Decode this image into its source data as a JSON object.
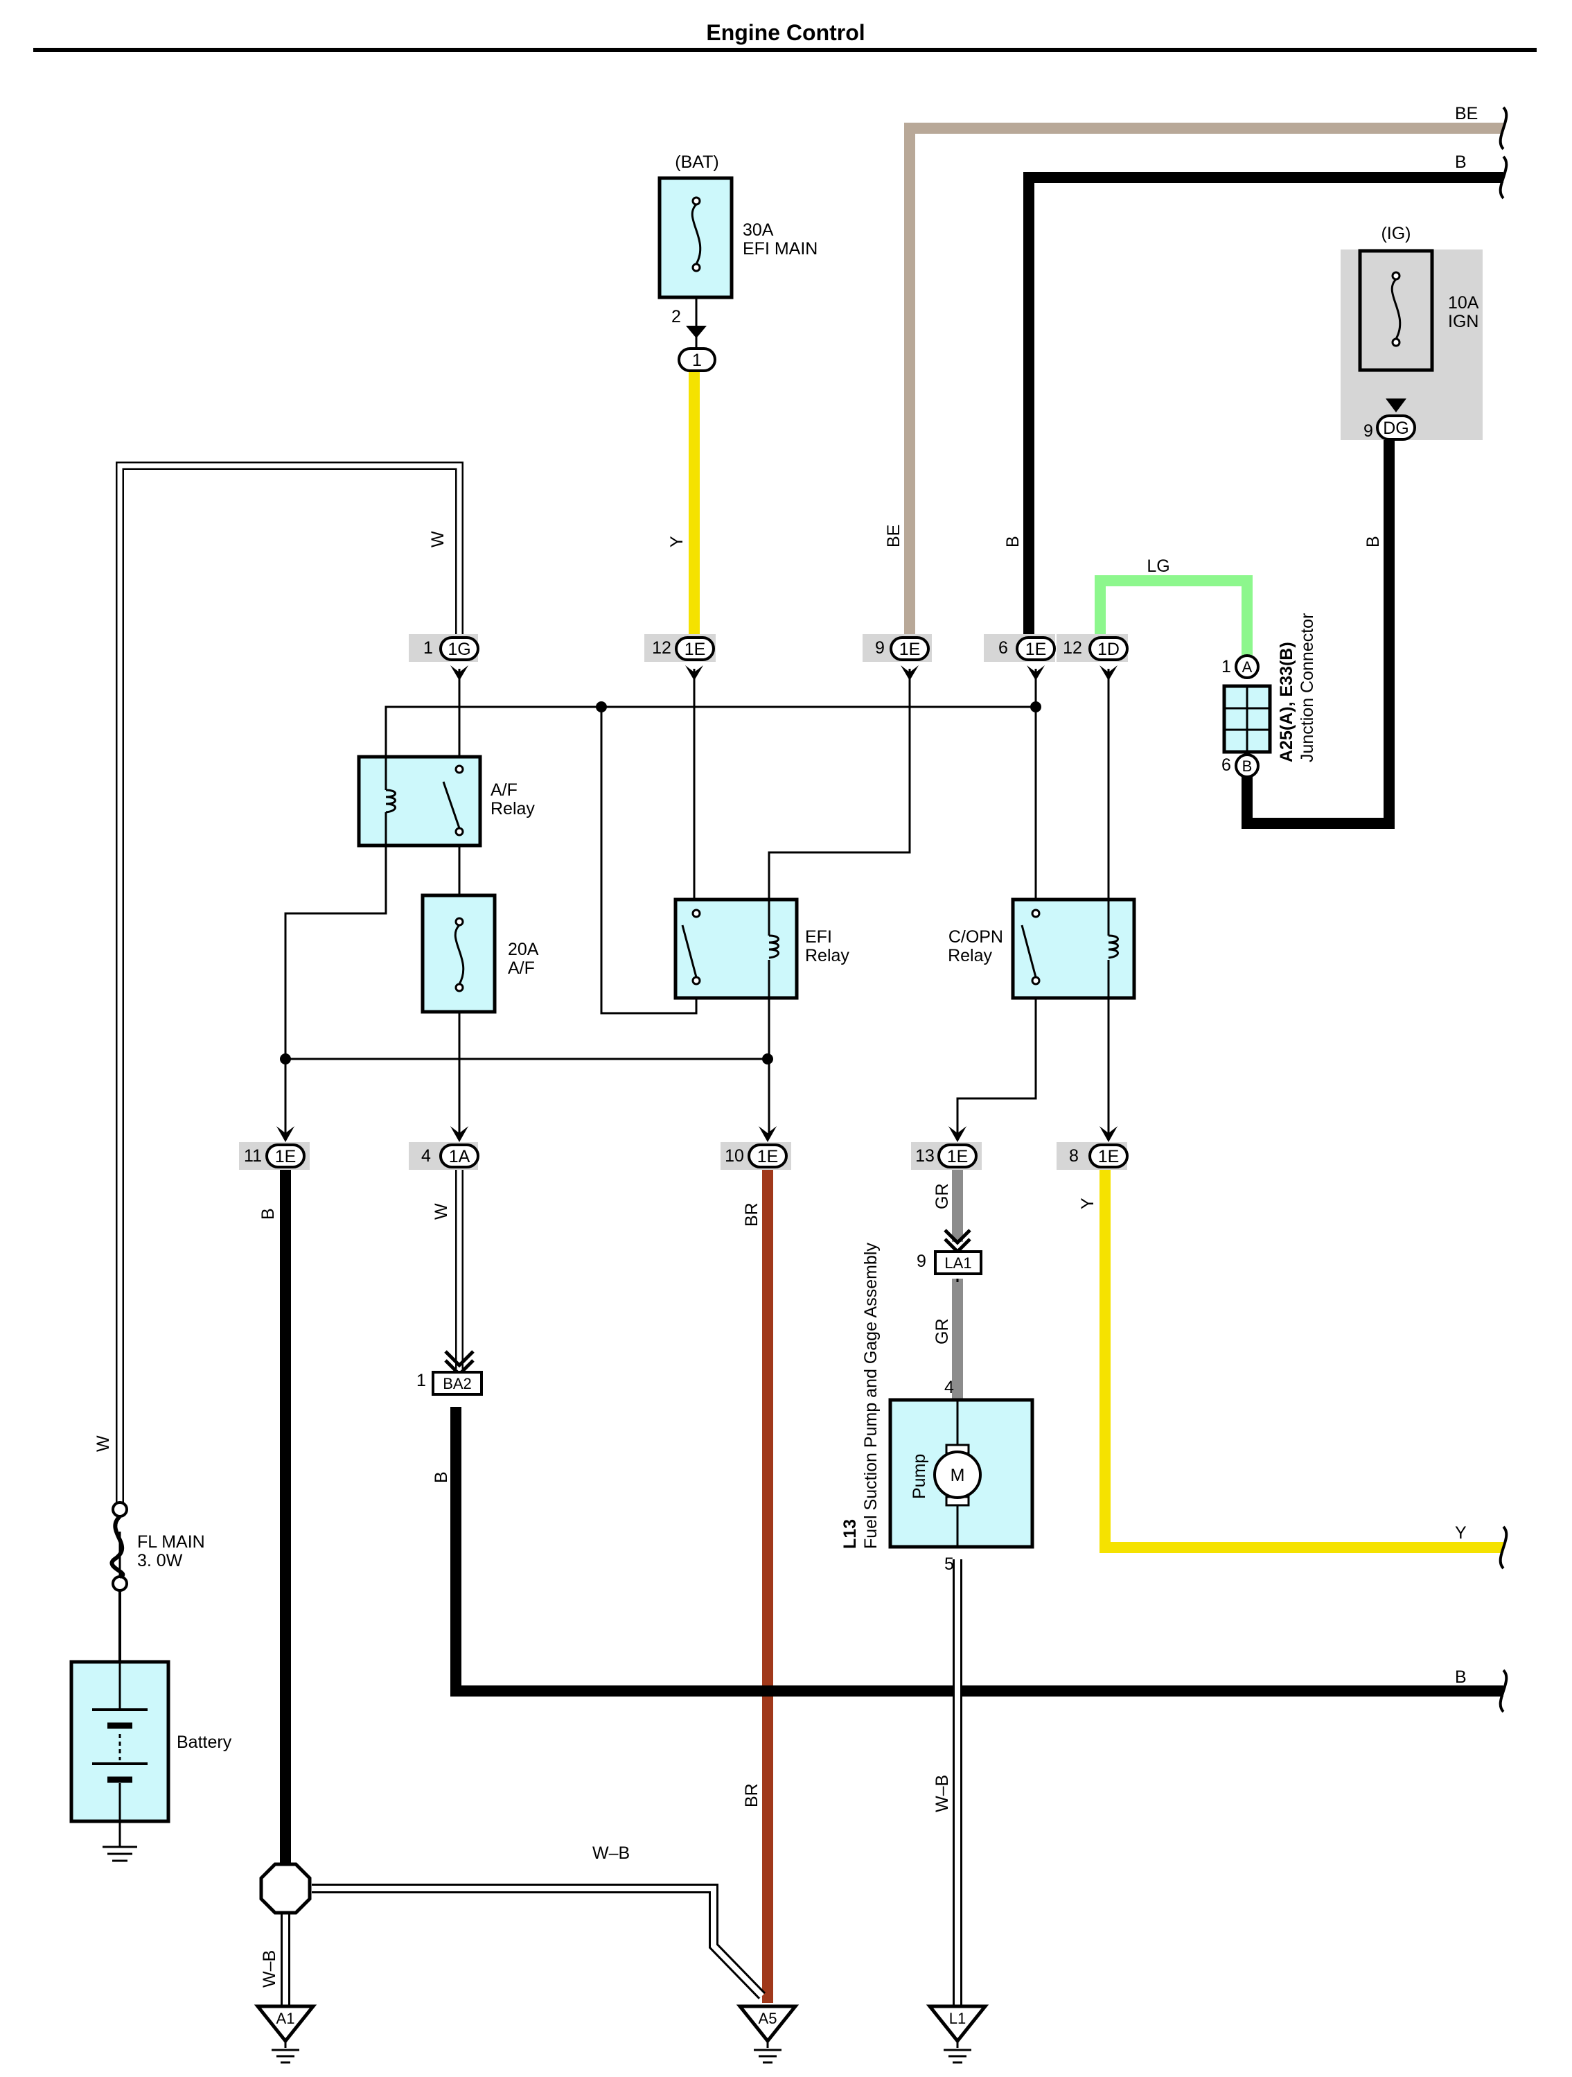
{
  "title": "Engine Control",
  "colors": {
    "component_fill": "#cdf8fb",
    "wire_BE": "#b8a898",
    "wire_Y": "#f5e200",
    "wire_LG": "#8df78d",
    "wire_BR": "#a0391b",
    "wire_GR": "#8c8c8c",
    "wire_B": "#000000",
    "shaded_area": "#d6d6d6"
  },
  "fuses": {
    "efi_main": {
      "group": "(BAT)",
      "rating": "30A",
      "name": "EFI MAIN",
      "pin": "2",
      "connector": "1"
    },
    "ign": {
      "group": "(IG)",
      "rating": "10A",
      "name": "IGN",
      "pin": "9",
      "connector": "DG"
    },
    "af": {
      "rating": "20A",
      "name": "A/F"
    },
    "fl_main": {
      "name": "FL MAIN",
      "rating": "3. 0W"
    }
  },
  "relays": {
    "af": {
      "line1": "A/F",
      "line2": "Relay"
    },
    "efi": {
      "line1": "EFI",
      "line2": "Relay"
    },
    "copn": {
      "line1": "C/OPN",
      "line2": "Relay"
    }
  },
  "connectors_top": [
    {
      "pin": "1",
      "id": "1G"
    },
    {
      "pin": "12",
      "id": "1E"
    },
    {
      "pin": "9",
      "id": "1E"
    },
    {
      "pin": "6",
      "id": "1E"
    },
    {
      "pin": "12",
      "id": "1D"
    }
  ],
  "connectors_bottom": [
    {
      "pin": "11",
      "id": "1E"
    },
    {
      "pin": "4",
      "id": "1A"
    },
    {
      "pin": "10",
      "id": "1E"
    },
    {
      "pin": "13",
      "id": "1E"
    },
    {
      "pin": "8",
      "id": "1E"
    }
  ],
  "junction_connector": {
    "name": "A25(A), E33(B)",
    "desc": "Junction Connector",
    "pin_a": "1",
    "letter_a": "A",
    "pin_b": "6",
    "letter_b": "B"
  },
  "pump": {
    "code": "L13",
    "name": "Fuel Suction Pump and Gage Assembly",
    "label": "Pump",
    "motor": "M",
    "pin_in": "4",
    "pin_out": "5"
  },
  "inline_connectors": {
    "la1": {
      "pin": "9",
      "id": "LA1"
    },
    "ba2": {
      "pin": "1",
      "id": "BA2"
    }
  },
  "battery": {
    "label": "Battery"
  },
  "grounds": {
    "a1": "A1",
    "a5": "A5",
    "l1": "L1"
  },
  "wire_labels": {
    "be_top": "BE",
    "b_top": "B",
    "y_right": "Y",
    "b_right": "B",
    "w_left": "W",
    "w_1g": "W",
    "y_1e": "Y",
    "be_1e": "BE",
    "b_1e": "B",
    "lg": "LG",
    "b_ign": "B",
    "b_11": "B",
    "w_4": "W",
    "br_10": "BR",
    "gr_13": "GR",
    "gr_la1": "GR",
    "y_8": "Y",
    "b_ba2": "B",
    "br_low": "BR",
    "wb_l1": "W–B",
    "wb_a1": "W–B",
    "wb_mid": "W–B"
  }
}
